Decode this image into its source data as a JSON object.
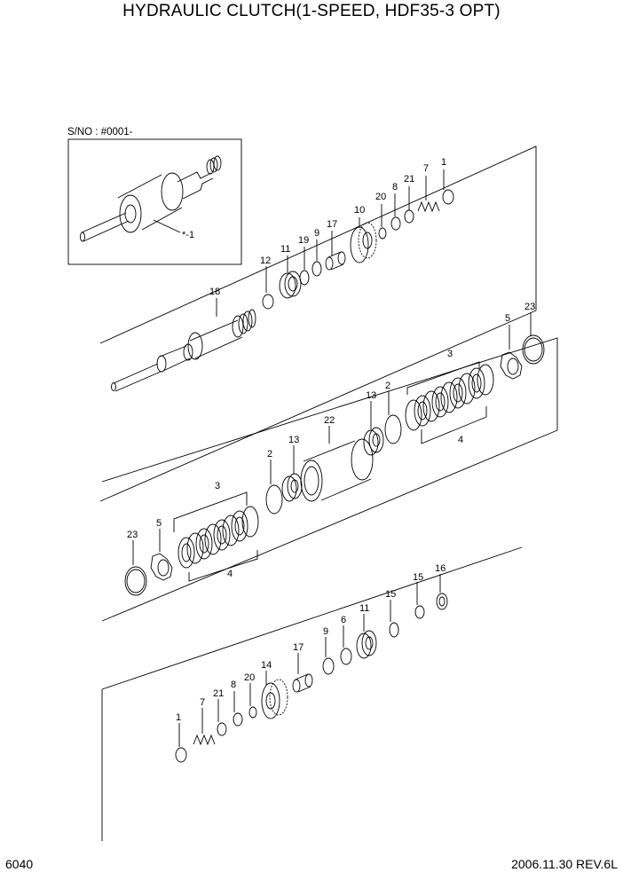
{
  "title": "HYDRAULIC CLUTCH(1-SPEED, HDF35-3 OPT)",
  "serial_note": "S/NO : #0001-",
  "page_number": "6040",
  "revision": "2006.11.30 REV.6L",
  "inset_callout": "*-1",
  "callouts": {
    "upper": [
      "1",
      "7",
      "21",
      "8",
      "20",
      "10",
      "17",
      "9",
      "19",
      "11",
      "12",
      "18"
    ],
    "middle": [
      "23",
      "5",
      "3",
      "2",
      "13",
      "22",
      "4",
      "13",
      "2",
      "3",
      "4",
      "5",
      "23"
    ],
    "lower": [
      "16",
      "15",
      "15",
      "11",
      "6",
      "9",
      "17",
      "14",
      "20",
      "8",
      "21",
      "7",
      "1"
    ]
  }
}
